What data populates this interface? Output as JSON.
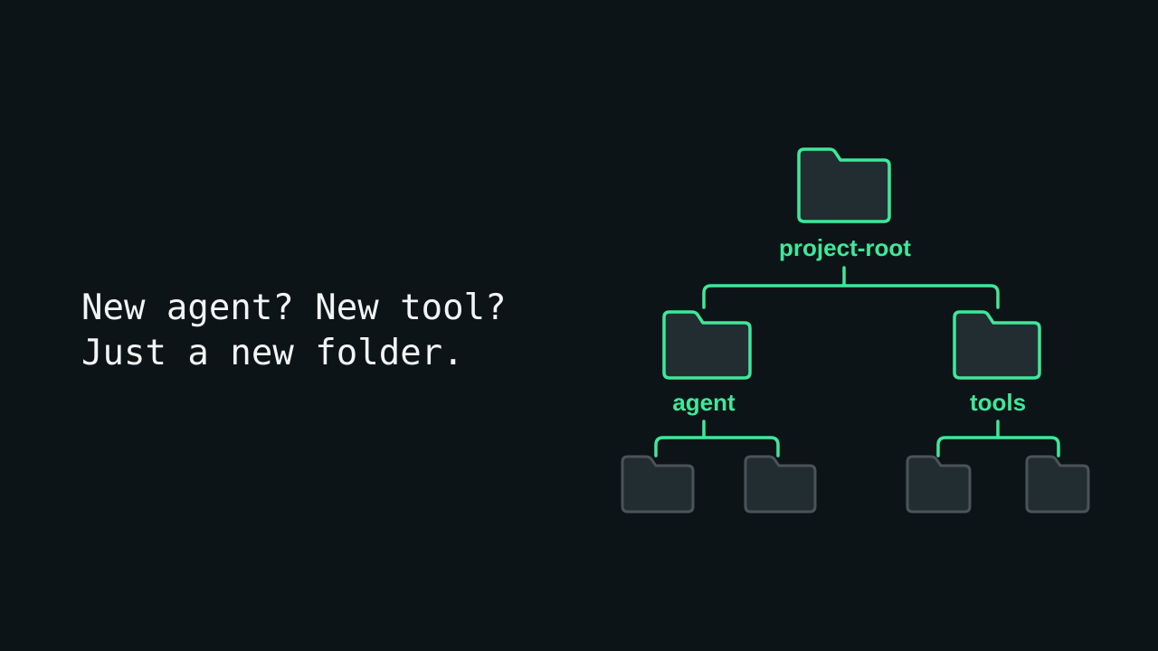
{
  "headline": {
    "line1": "New agent? New tool?",
    "line2": "Just a new folder."
  },
  "tree": {
    "root": {
      "label": "project-root",
      "icon": "folder-icon"
    },
    "children": [
      {
        "label": "agent",
        "icon": "folder-icon",
        "subfolders": 2
      },
      {
        "label": "tools",
        "icon": "folder-icon",
        "subfolders": 2
      }
    ]
  },
  "colors": {
    "background": "#0d1417",
    "accent": "#3ee89a",
    "folder_fill": "#222d31",
    "muted_outline": "#4a5458",
    "text": "#f2f4f5"
  }
}
